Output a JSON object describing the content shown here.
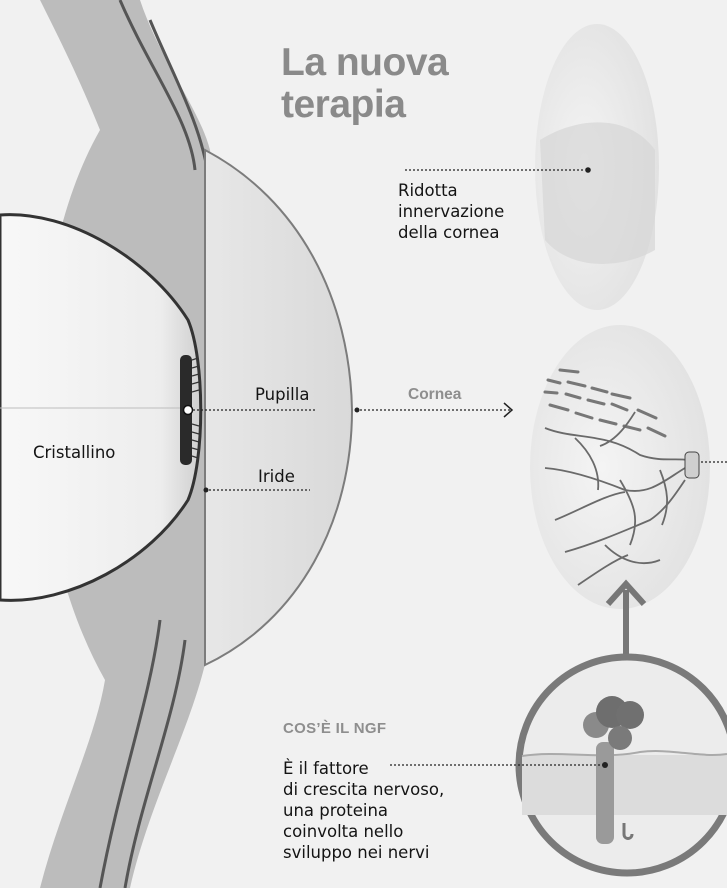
{
  "title": {
    "line1": "La nuova",
    "line2": "terapia"
  },
  "labels": {
    "reduced": [
      "Ridotta",
      "innervazione",
      "della cornea"
    ],
    "pupilla": "Pupilla",
    "cornea": "Cornea",
    "cristallino": "Cristallino",
    "iride": "Iride"
  },
  "ngf": {
    "heading": "COS’È IL NGF",
    "lines": [
      "È il fattore",
      "di crescita nervoso,",
      "una proteina",
      "coinvolta nello",
      "sviluppo nei nervi"
    ]
  },
  "colors": {
    "background": "#f1f1f1",
    "accent_grey": "#8a8a8a",
    "nerve": "#6a6a6a",
    "lens": "#f6f6f6"
  }
}
